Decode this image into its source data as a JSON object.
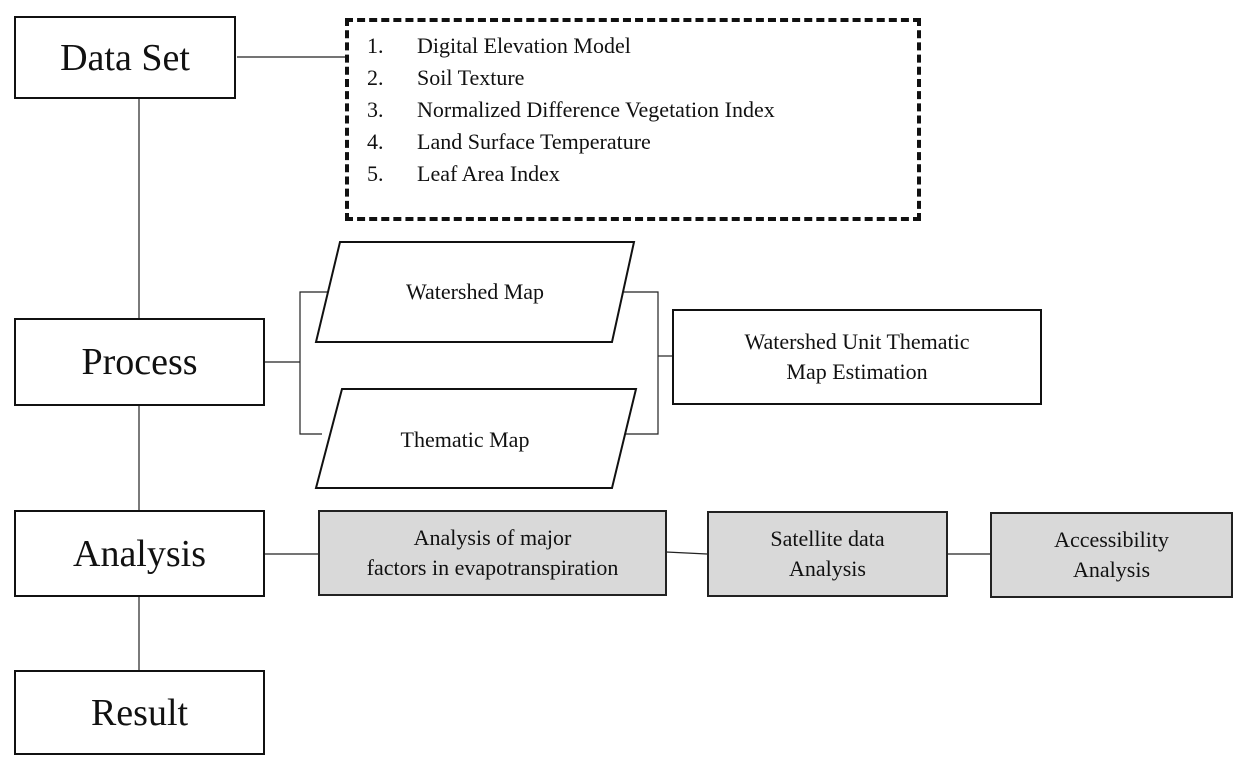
{
  "stages": {
    "dataset": "Data Set",
    "process": "Process",
    "analysis": "Analysis",
    "result": "Result"
  },
  "dataset_items": [
    {
      "num": "1.",
      "label": "Digital Elevation Model"
    },
    {
      "num": "2.",
      "label": "Soil Texture"
    },
    {
      "num": "3.",
      "label": "Normalized Difference Vegetation Index"
    },
    {
      "num": "4.",
      "label": "Land Surface Temperature"
    },
    {
      "num": "5.",
      "label": "Leaf Area Index"
    }
  ],
  "process": {
    "watershed_map": "Watershed Map",
    "thematic_map": "Thematic Map",
    "estimation_line1": "Watershed Unit Thematic",
    "estimation_line2": "Map Estimation"
  },
  "analysis": {
    "major_factors_line1": "Analysis of major",
    "major_factors_line2": "factors in evapotranspiration",
    "satellite_line1": "Satellite data",
    "satellite_line2": "Analysis",
    "accessibility_line1": "Accessibility",
    "accessibility_line2": "Analysis"
  },
  "colors": {
    "analysis_fill": "#d9d9d9",
    "stroke": "#111111"
  }
}
